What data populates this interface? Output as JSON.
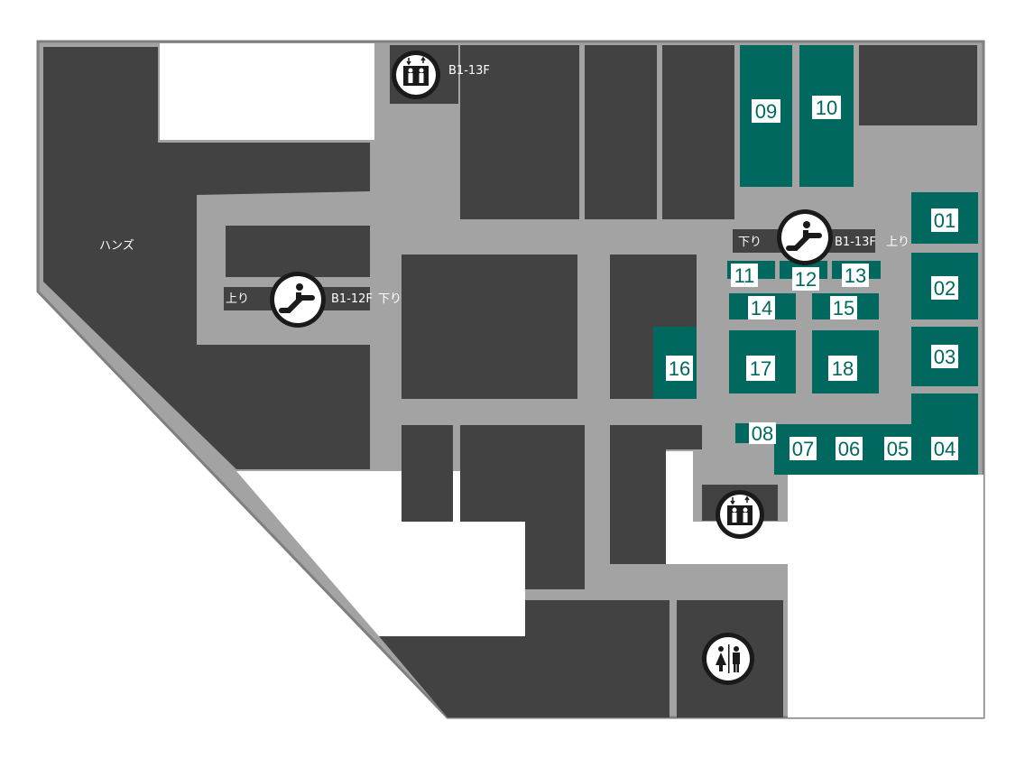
{
  "colors": {
    "outline": "#7f7f7f",
    "corridor": "#a3a3a3",
    "block": "#424242",
    "shop": "#00685e",
    "number_box": "#ffffff",
    "icon_ring": "#1a1a1a",
    "icon_fill": "#ffffff",
    "label_text": "#ffffff"
  },
  "anchor_store": "ハンズ",
  "elevators": [
    {
      "name": "elevator-top",
      "icon": "elevator-icon",
      "label": "B1-13F"
    },
    {
      "name": "elevator-bottom",
      "icon": "elevator-icon",
      "label": ""
    }
  ],
  "escalators": [
    {
      "name": "escalator-left",
      "icon": "escalator-icon",
      "up": "上り",
      "floors": "B1-12F",
      "down": "下り"
    },
    {
      "name": "escalator-right",
      "icon": "escalator-icon",
      "down": "下り",
      "floors": "B1-13F",
      "up": "上り"
    }
  ],
  "restroom": {
    "icon": "restroom-icon"
  },
  "shops": [
    "01",
    "02",
    "03",
    "04",
    "05",
    "06",
    "07",
    "08",
    "09",
    "10",
    "11",
    "12",
    "13",
    "14",
    "15",
    "16",
    "17",
    "18"
  ]
}
